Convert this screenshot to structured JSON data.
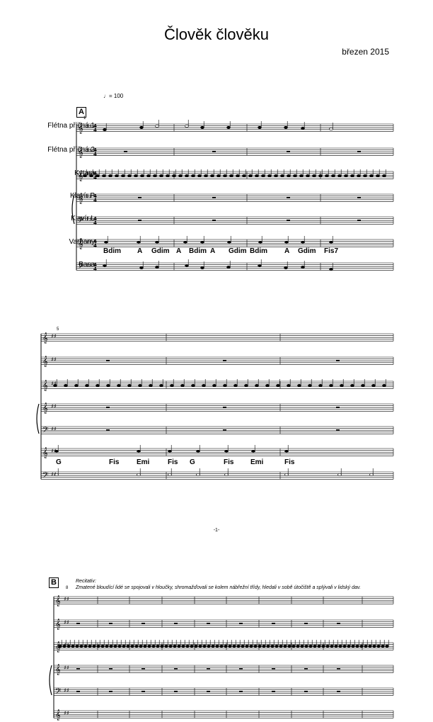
{
  "title": "Člověk člověku",
  "date": "březen 2015",
  "tempo": "♩= 100",
  "page_number": "-1-",
  "sections": {
    "a": {
      "mark": "A",
      "measure_number": "1"
    },
    "system2": {
      "measure_number": "5"
    },
    "b": {
      "mark": "B",
      "measure_number": "8",
      "recitative_title": "Recitativ:",
      "recitative_text": "Zmatené bloudící lidé se spojovali v hloučky, shromažďovali se kolem nábřežní třídy, hledali v sobě útočiště a splývali v lidský dav."
    }
  },
  "instruments": [
    "Flétna příčná 1",
    "Flétna příčná 2",
    "Kytara",
    "Klavír P",
    "Klavír L",
    "Varhany",
    "Basa"
  ],
  "chords": {
    "system1": [
      "Bdim",
      "A",
      "Gdim",
      "A",
      "Bdim",
      "A",
      "Gdim",
      "Bdim",
      "A",
      "Gdim",
      "Fis7"
    ],
    "system2": [
      "G",
      "Fis",
      "Emi",
      "Fis",
      "G",
      "Fis",
      "Emi",
      "Fis"
    ]
  },
  "time_signature": "4/4"
}
